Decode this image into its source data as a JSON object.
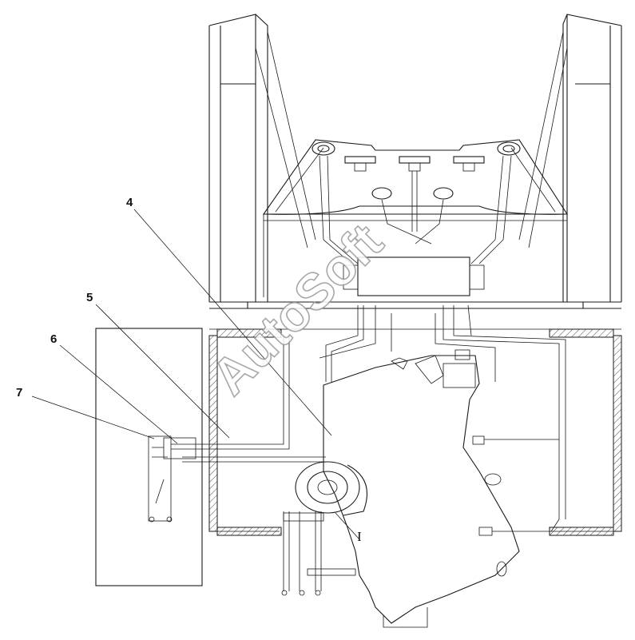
{
  "watermark": "AutoSoft",
  "callouts": [
    {
      "label": "4"
    },
    {
      "label": "5"
    },
    {
      "label": "6"
    },
    {
      "label": "7"
    }
  ],
  "detail_label": "I"
}
